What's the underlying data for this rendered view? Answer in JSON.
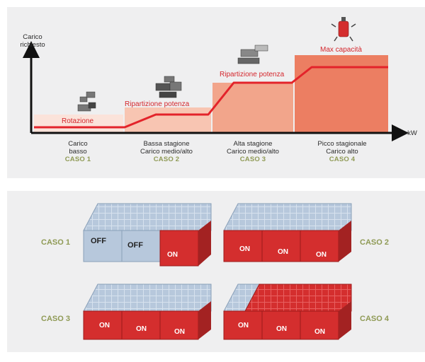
{
  "chart": {
    "y_axis_label_line1": "Carico",
    "y_axis_label_line2": "richiesto",
    "x_axis_label": "kW",
    "annotations": [
      "Rotazione",
      "Ripartizione potenza",
      "Ripartizione potenza",
      "Max capacità"
    ],
    "stages": [
      {
        "line1": "Carico",
        "line2": "basso",
        "caso": "CASO 1"
      },
      {
        "line1": "Bassa stagione",
        "line2": "Carico medio/alto",
        "caso": "CASO 2"
      },
      {
        "line1": "Alta stagione",
        "line2": "Carico medio/alto",
        "caso": "CASO 3"
      },
      {
        "line1": "Picco stagionale",
        "line2": "Carico alto",
        "caso": "CASO 4"
      }
    ]
  },
  "units": {
    "off_label": "OFF",
    "on_label": "ON",
    "cases": [
      "CASO 1",
      "CASO 2",
      "CASO 3",
      "CASO 4"
    ]
  },
  "colors": {
    "panel": "#efeff0",
    "step1": "#fbe3da",
    "step2": "#f8c5b2",
    "step3": "#f2a58b",
    "step4": "#ec7e62",
    "red_line": "#e3232a",
    "caso_green": "#8f9a55",
    "unit_on": "#d42e2e",
    "unit_off": "#b7c8dc"
  }
}
